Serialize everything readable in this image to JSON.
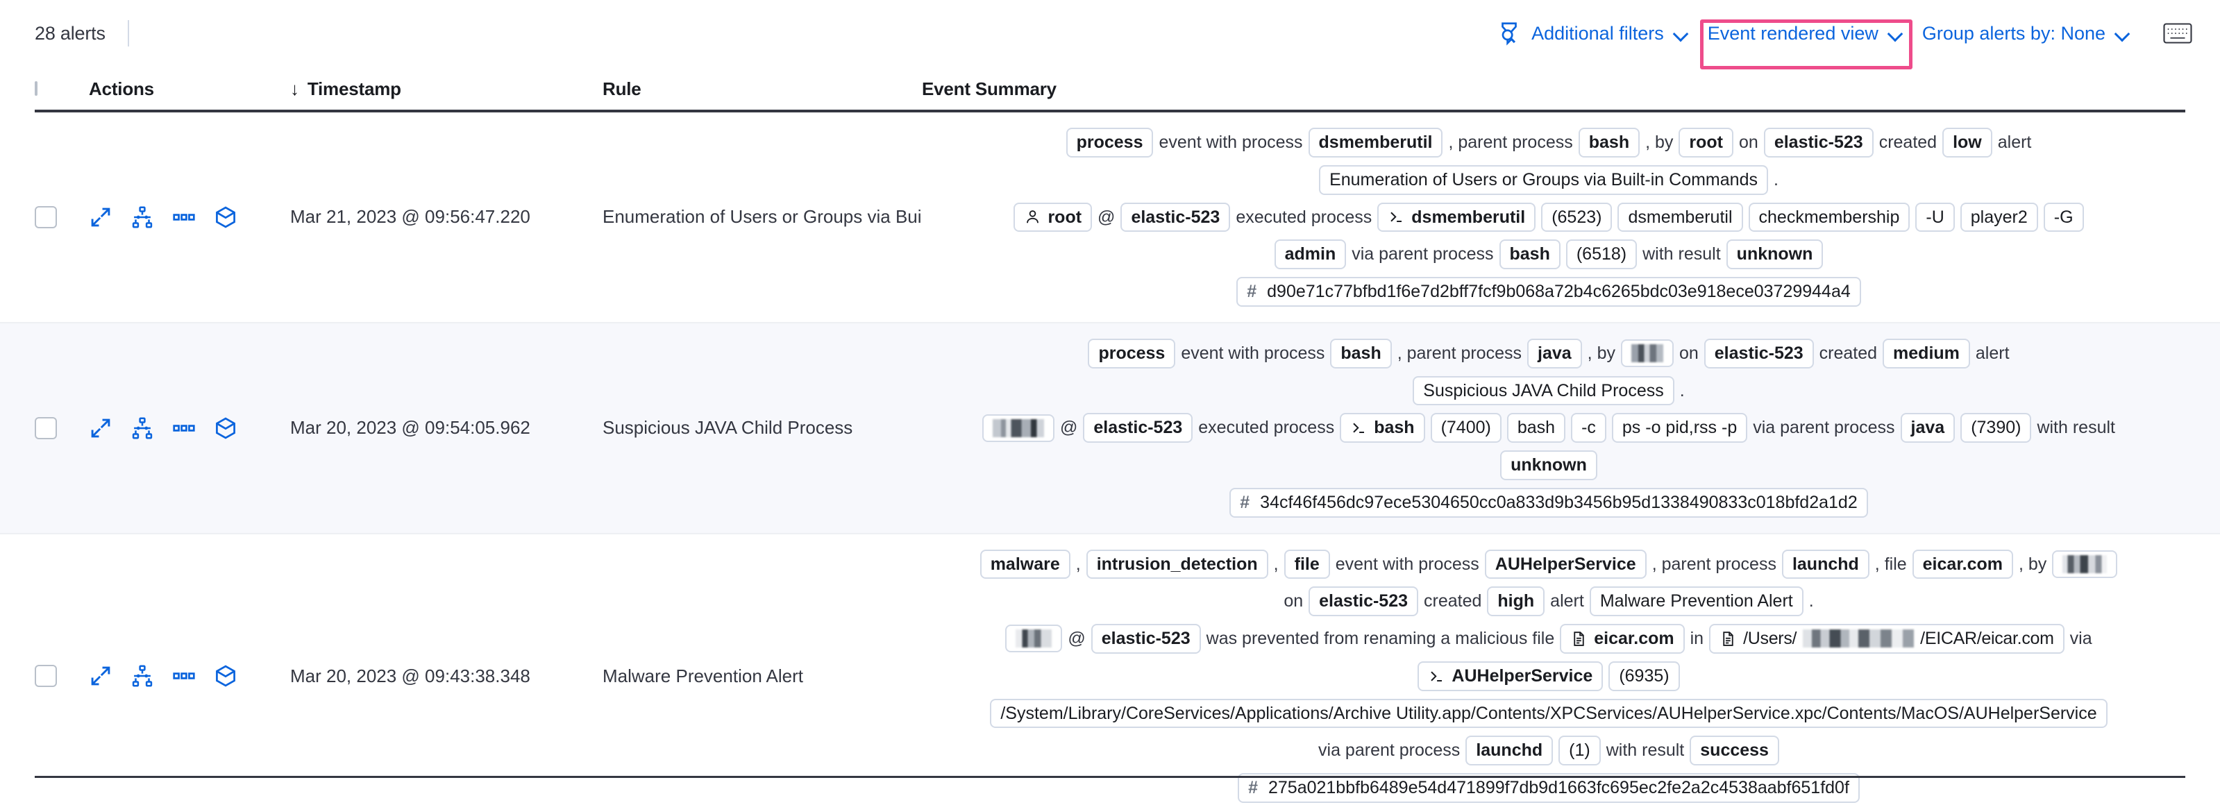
{
  "toolbar": {
    "alert_count": "28 alerts",
    "filter_icon": "filters-search-icon",
    "additional_filters": "Additional filters",
    "event_rendered_view": "Event rendered view",
    "group_alerts_by": "Group alerts by: None",
    "keyboard_icon": "keyboard-shortcuts-icon",
    "highlight_color": "#ee4c8b",
    "link_color": "#0b64dd"
  },
  "table": {
    "columns": {
      "actions": "Actions",
      "timestamp": "Timestamp",
      "sort_indicator": "↓",
      "rule": "Rule",
      "event_summary": "Event Summary"
    },
    "rows": [
      {
        "timestamp": "Mar 21, 2023 @ 09:56:47.220",
        "rule": "Enumeration of Users or Groups via Bui",
        "summary_lines": [
          [
            {
              "t": "pill",
              "v": "process",
              "bold": true
            },
            {
              "t": "txt",
              "v": "event with process"
            },
            {
              "t": "pill",
              "v": "dsmemberutil",
              "bold": true
            },
            {
              "t": "txt",
              "v": ", parent process"
            },
            {
              "t": "pill",
              "v": "bash",
              "bold": true
            },
            {
              "t": "txt",
              "v": ", by"
            },
            {
              "t": "pill",
              "v": "root",
              "bold": true
            },
            {
              "t": "txt",
              "v": "on"
            },
            {
              "t": "pill",
              "v": "elastic-523",
              "bold": true
            },
            {
              "t": "txt",
              "v": "created"
            },
            {
              "t": "pill",
              "v": "low",
              "bold": true
            },
            {
              "t": "txt",
              "v": "alert"
            }
          ],
          [
            {
              "t": "pill",
              "v": "Enumeration of Users or Groups via Built-in Commands"
            },
            {
              "t": "txt",
              "v": "."
            }
          ],
          [
            {
              "t": "pill",
              "v": "root",
              "icon": "user-icon",
              "bold": true
            },
            {
              "t": "txt",
              "v": "@"
            },
            {
              "t": "pill",
              "v": "elastic-523",
              "bold": true
            },
            {
              "t": "txt",
              "v": "executed process"
            },
            {
              "t": "pill",
              "v": "dsmemberutil",
              "icon": "console-icon",
              "bold": true
            },
            {
              "t": "pill",
              "v": "(6523)"
            },
            {
              "t": "pill",
              "v": "dsmemberutil"
            },
            {
              "t": "pill",
              "v": "checkmembership"
            },
            {
              "t": "pill",
              "v": "-U"
            },
            {
              "t": "pill",
              "v": "player2"
            },
            {
              "t": "pill",
              "v": "-G"
            }
          ],
          [
            {
              "t": "pill",
              "v": "admin",
              "bold": true
            },
            {
              "t": "txt",
              "v": "via parent process"
            },
            {
              "t": "pill",
              "v": "bash",
              "bold": true
            },
            {
              "t": "pill",
              "v": "(6518)"
            },
            {
              "t": "txt",
              "v": "with result"
            },
            {
              "t": "pill",
              "v": "unknown",
              "bold": true
            }
          ],
          [
            {
              "t": "hash",
              "v": "d90e71c77bfbd1f6e7d2bff7fcf9b068a72b4c6265bdc03e918ece03729944a4"
            }
          ]
        ]
      },
      {
        "timestamp": "Mar 20, 2023 @ 09:54:05.962",
        "rule": "Suspicious JAVA Child Process",
        "summary_lines": [
          [
            {
              "t": "pill",
              "v": "process",
              "bold": true
            },
            {
              "t": "txt",
              "v": "event with process"
            },
            {
              "t": "pill",
              "v": "bash",
              "bold": true
            },
            {
              "t": "txt",
              "v": ", parent process"
            },
            {
              "t": "pill",
              "v": "java",
              "bold": true
            },
            {
              "t": "txt",
              "v": ", by"
            },
            {
              "t": "redact",
              "v": "",
              "style": "r1"
            },
            {
              "t": "txt",
              "v": "on"
            },
            {
              "t": "pill",
              "v": "elastic-523",
              "bold": true
            },
            {
              "t": "txt",
              "v": "created"
            },
            {
              "t": "pill",
              "v": "medium",
              "bold": true
            },
            {
              "t": "txt",
              "v": "alert"
            }
          ],
          [
            {
              "t": "pill",
              "v": "Suspicious JAVA Child Process"
            },
            {
              "t": "txt",
              "v": "."
            }
          ],
          [
            {
              "t": "redact",
              "v": "",
              "style": "r2"
            },
            {
              "t": "txt",
              "v": "@"
            },
            {
              "t": "pill",
              "v": "elastic-523",
              "bold": true
            },
            {
              "t": "txt",
              "v": "executed process"
            },
            {
              "t": "pill",
              "v": "bash",
              "icon": "console-icon",
              "bold": true
            },
            {
              "t": "pill",
              "v": "(7400)"
            },
            {
              "t": "pill",
              "v": "bash"
            },
            {
              "t": "pill",
              "v": "-c"
            },
            {
              "t": "pill",
              "v": "ps -o pid,rss -p"
            },
            {
              "t": "txt",
              "v": "via parent process"
            },
            {
              "t": "pill",
              "v": "java",
              "bold": true
            },
            {
              "t": "pill",
              "v": "(7390)"
            },
            {
              "t": "txt",
              "v": "with result"
            }
          ],
          [
            {
              "t": "pill",
              "v": "unknown",
              "bold": true
            }
          ],
          [
            {
              "t": "hash",
              "v": "34cf46f456dc97ece5304650cc0a833d9b3456b95d1338490833c018bfd2a1d2"
            }
          ]
        ]
      },
      {
        "timestamp": "Mar 20, 2023 @ 09:43:38.348",
        "rule": "Malware Prevention Alert",
        "summary_lines": [
          [
            {
              "t": "pill",
              "v": "malware",
              "bold": true
            },
            {
              "t": "txt",
              "v": ","
            },
            {
              "t": "pill",
              "v": "intrusion_detection",
              "bold": true
            },
            {
              "t": "txt",
              "v": ","
            },
            {
              "t": "pill",
              "v": "file",
              "bold": true
            },
            {
              "t": "txt",
              "v": "event with process"
            },
            {
              "t": "pill",
              "v": "AUHelperService",
              "bold": true
            },
            {
              "t": "txt",
              "v": ", parent process"
            },
            {
              "t": "pill",
              "v": "launchd",
              "bold": true
            },
            {
              "t": "txt",
              "v": ", file"
            },
            {
              "t": "pill",
              "v": "eicar.com",
              "bold": true
            },
            {
              "t": "txt",
              "v": ", by"
            },
            {
              "t": "redact",
              "v": "",
              "style": "r3"
            }
          ],
          [
            {
              "t": "txt",
              "v": "on"
            },
            {
              "t": "pill",
              "v": "elastic-523",
              "bold": true
            },
            {
              "t": "txt",
              "v": "created"
            },
            {
              "t": "pill",
              "v": "high",
              "bold": true
            },
            {
              "t": "txt",
              "v": "alert"
            },
            {
              "t": "pill",
              "v": "Malware Prevention Alert"
            },
            {
              "t": "txt",
              "v": "."
            }
          ],
          [
            {
              "t": "redact",
              "v": "",
              "style": "r5"
            },
            {
              "t": "txt",
              "v": "@"
            },
            {
              "t": "pill",
              "v": "elastic-523",
              "bold": true
            },
            {
              "t": "txt",
              "v": "was prevented from renaming a malicious file"
            },
            {
              "t": "pill",
              "v": "eicar.com",
              "icon": "file-icon",
              "bold": true
            },
            {
              "t": "txt",
              "v": "in"
            },
            {
              "t": "pillredact",
              "v1": "/Users/",
              "v2": "/EICAR/eicar.com",
              "icon": "file-icon"
            },
            {
              "t": "txt",
              "v": "via"
            }
          ],
          [
            {
              "t": "pill",
              "v": "AUHelperService",
              "icon": "console-icon",
              "bold": true
            },
            {
              "t": "pill",
              "v": "(6935)"
            }
          ],
          [
            {
              "t": "pill",
              "v": "/System/Library/CoreServices/Applications/Archive Utility.app/Contents/XPCServices/AUHelperService.xpc/Contents/MacOS/AUHelperService"
            }
          ],
          [
            {
              "t": "txt",
              "v": "via parent process"
            },
            {
              "t": "pill",
              "v": "launchd",
              "bold": true
            },
            {
              "t": "pill",
              "v": "(1)"
            },
            {
              "t": "txt",
              "v": "with result"
            },
            {
              "t": "pill",
              "v": "success",
              "bold": true
            }
          ],
          [
            {
              "t": "hash",
              "v": "275a021bbfb6489e54d471899f7db9d1663fc695ec2fe2a2c4538aabf651fd0f"
            }
          ]
        ]
      }
    ],
    "row_actions": [
      "expand-icon",
      "analyze-event-icon",
      "more-actions-icon",
      "add-to-case-icon"
    ]
  }
}
